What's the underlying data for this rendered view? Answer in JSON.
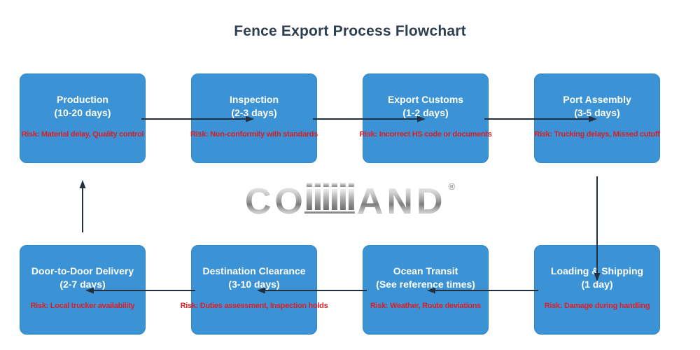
{
  "title": "Fence Export Process Flowchart",
  "logo": {
    "left": "CO",
    "right": "AND",
    "registered": "®",
    "bar_count": 6
  },
  "colors": {
    "node_fill": "#3b93d5",
    "node_text": "#ffffff",
    "risk_text": "#da1f28",
    "arrow": "#22303f",
    "title_text": "#2d3e50"
  },
  "nodes": [
    {
      "name": "Production",
      "duration": "(10-20 days)",
      "risk": "Risk: Material delay, Quality control"
    },
    {
      "name": "Inspection",
      "duration": "(2-3 days)",
      "risk": "Risk: Non-conformity with standards"
    },
    {
      "name": "Export Customs",
      "duration": "(1-2 days)",
      "risk": "Risk: Incorrect HS code or documents"
    },
    {
      "name": "Port Assembly",
      "duration": "(3-5 days)",
      "risk": "Risk: Trucking delays, Missed cutoff"
    },
    {
      "name": "Loading & Shipping",
      "duration": "(1 day)",
      "risk": "Risk: Damage during handling"
    },
    {
      "name": "Ocean Transit",
      "duration": "(See reference times)",
      "risk": "Risk: Weather, Route deviations"
    },
    {
      "name": "Destination Clearance",
      "duration": "(3-10 days)",
      "risk": "Risk: Duties assessment, Inspection holds"
    },
    {
      "name": "Door-to-Door Delivery",
      "duration": "(2-7 days)",
      "risk": "Risk: Local trucker availability"
    }
  ],
  "edges": [
    {
      "from": "Production",
      "to": "Inspection"
    },
    {
      "from": "Inspection",
      "to": "Export Customs"
    },
    {
      "from": "Export Customs",
      "to": "Port Assembly"
    },
    {
      "from": "Port Assembly",
      "to": "Loading & Shipping"
    },
    {
      "from": "Loading & Shipping",
      "to": "Ocean Transit"
    },
    {
      "from": "Ocean Transit",
      "to": "Destination Clearance"
    },
    {
      "from": "Destination Clearance",
      "to": "Door-to-Door Delivery"
    },
    {
      "from": "Door-to-Door Delivery",
      "to": "Production"
    }
  ]
}
